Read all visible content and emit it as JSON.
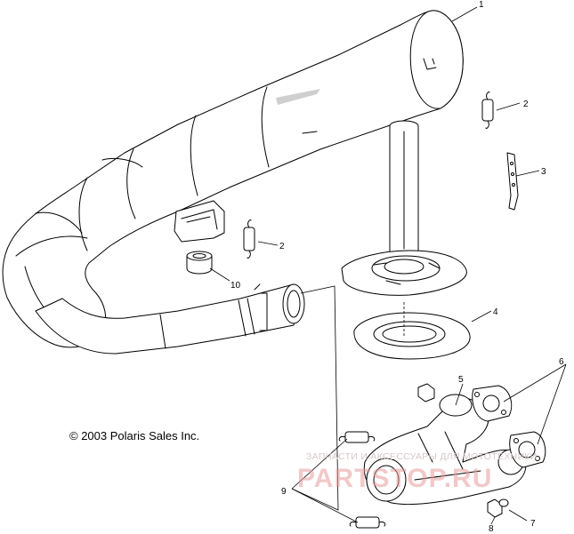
{
  "copyright": "© 2003 Polaris Sales Inc.",
  "watermark": {
    "line1": "ЗАПЧАСТИ И АКСЕССУАРЫ ДЛЯ МОТОТЕХНИКИ",
    "line2": "PARTSTOP.RU"
  },
  "callouts": {
    "c1": "1",
    "c2a": "2",
    "c2b": "2",
    "c3": "3",
    "c4": "4",
    "c5": "5",
    "c6": "6",
    "c7": "7",
    "c8": "8",
    "c9": "9",
    "c10": "10"
  }
}
